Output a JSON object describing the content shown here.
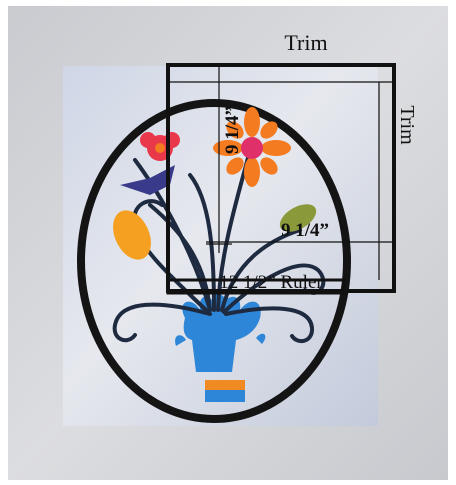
{
  "labels": {
    "trim_top": "Trim",
    "trim_right": "Trim",
    "vertical_measure": "9 1/4”",
    "horizontal_measure": "9 1/4”",
    "ruler": "12 1/2” Ruler"
  },
  "colors": {
    "frame": "#111111",
    "flower_red": "#e8384a",
    "flower_orange": "#f47b20",
    "vase_blue": "#2e86d8",
    "leaf_green": "#8a9a3a"
  }
}
